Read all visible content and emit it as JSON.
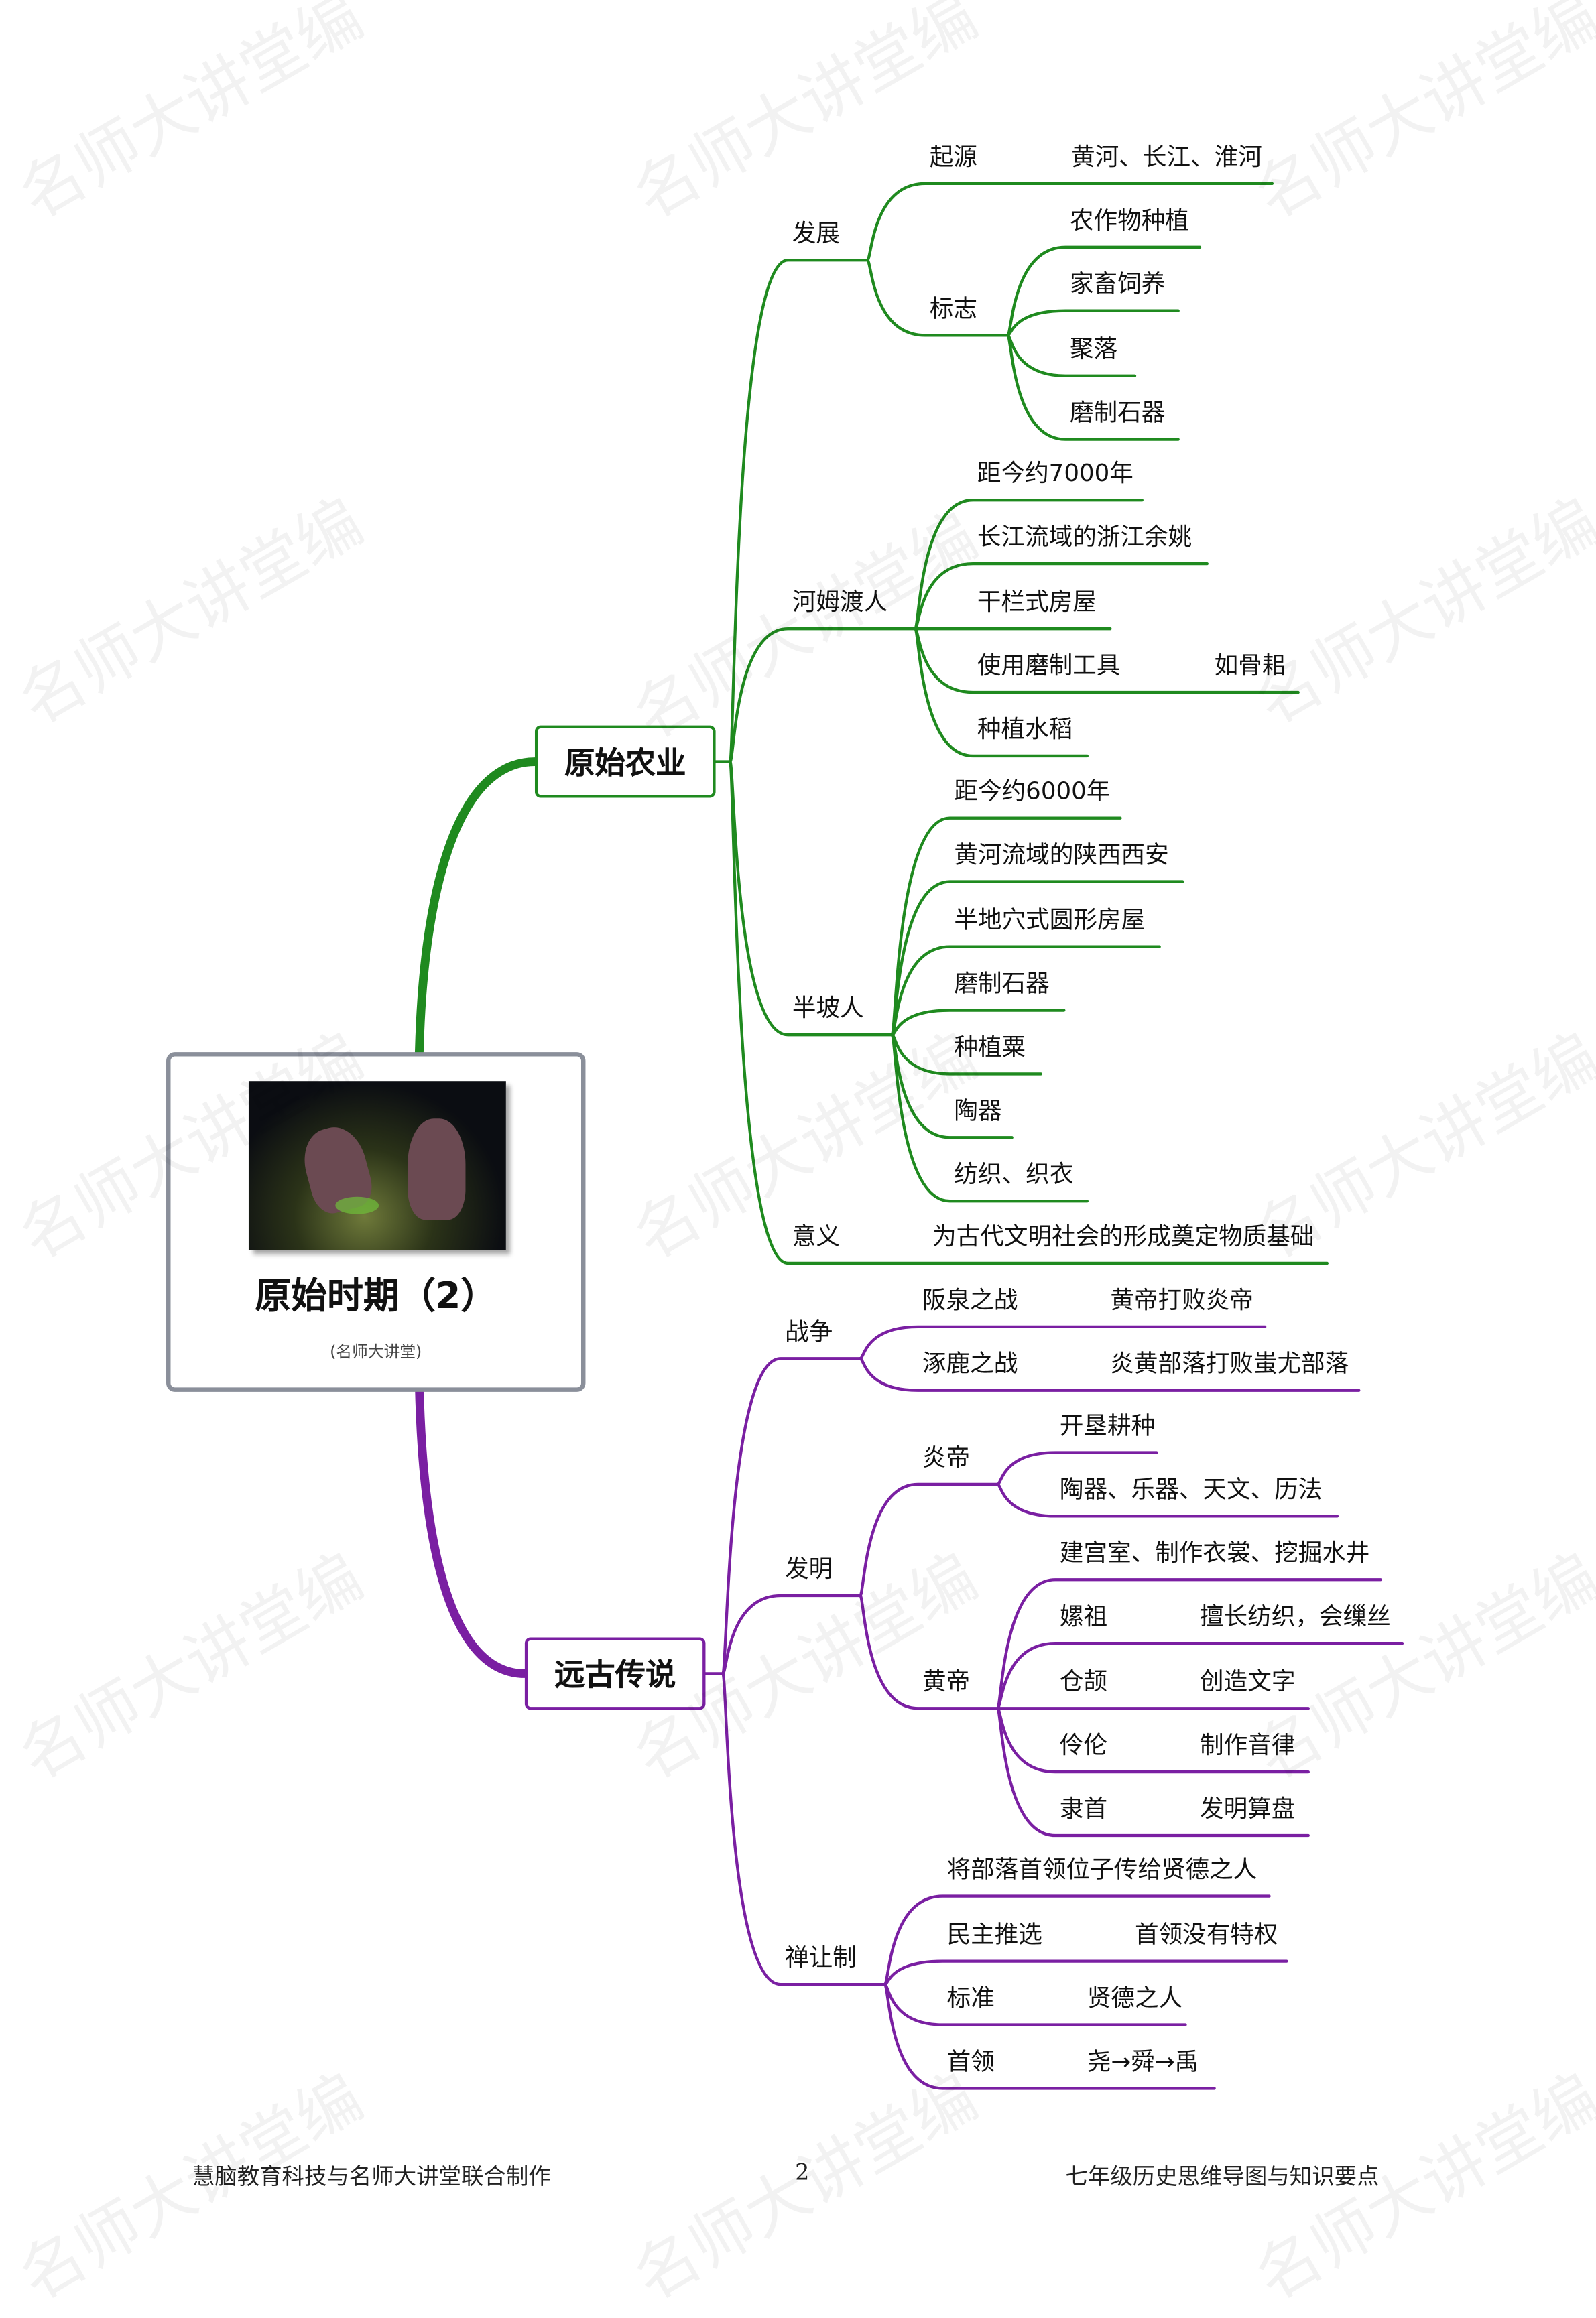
{
  "watermark": "名师大讲堂编",
  "colors": {
    "agriculture": "#1f8a1f",
    "legends": "#7a1fa2",
    "root_border": "#8a8f9a"
  },
  "root": {
    "title": "原始时期（2）",
    "subtitle": "(名师大讲堂)"
  },
  "agriculture": {
    "label": "原始农业",
    "development": {
      "label": "发展",
      "origin": {
        "label": "起源",
        "value": "黄河、长江、淮河"
      },
      "signs": {
        "label": "标志",
        "items": [
          "农作物种植",
          "家畜饲养",
          "聚落",
          "磨制石器"
        ]
      }
    },
    "hemudu": {
      "label": "河姆渡人",
      "items": [
        "距今约7000年",
        "长江流域的浙江余姚",
        "干栏式房屋",
        "使用磨制工具",
        "种植水稻"
      ],
      "tool_example": "如骨耜"
    },
    "banpo": {
      "label": "半坡人",
      "items": [
        "距今约6000年",
        "黄河流域的陕西西安",
        "半地穴式圆形房屋",
        "磨制石器",
        "种植粟",
        "陶器",
        "纺织、织衣"
      ]
    },
    "significance": {
      "label": "意义",
      "value": "为古代文明社会的形成奠定物质基础"
    }
  },
  "legends": {
    "label": "远古传说",
    "war": {
      "label": "战争",
      "items": [
        {
          "label": "阪泉之战",
          "value": "黄帝打败炎帝"
        },
        {
          "label": "涿鹿之战",
          "value": "炎黄部落打败蚩尤部落"
        }
      ]
    },
    "invention": {
      "label": "发明",
      "yandi": {
        "label": "炎帝",
        "items": [
          "开垦耕种",
          "陶器、乐器、天文、历法"
        ]
      },
      "huangdi": {
        "label": "黄帝",
        "main": "建宫室、制作衣裳、挖掘水井",
        "people": [
          {
            "label": "嫘祖",
            "value": "擅长纺织，会缫丝"
          },
          {
            "label": "仓颉",
            "value": "创造文字"
          },
          {
            "label": "伶伦",
            "value": "制作音律"
          },
          {
            "label": "隶首",
            "value": "发明算盘"
          }
        ]
      }
    },
    "abdication": {
      "label": "禅让制",
      "summary": "将部落首领位子传给贤德之人",
      "items": [
        {
          "label": "民主推选",
          "value": "首领没有特权"
        },
        {
          "label": "标准",
          "value": "贤德之人"
        },
        {
          "label": "首领",
          "value": "尧→舜→禹"
        }
      ]
    }
  },
  "footer": {
    "left": "慧脑教育科技与名师大讲堂联合制作",
    "page": "2",
    "right": "七年级历史思维导图与知识要点"
  }
}
